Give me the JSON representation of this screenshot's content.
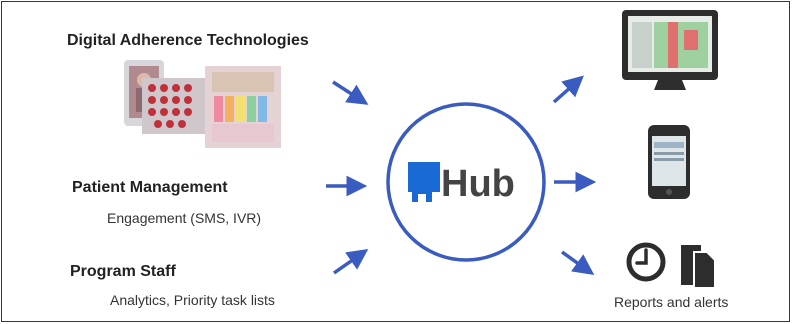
{
  "inputs": [
    {
      "title": "Digital Adherence Technologies"
    },
    {
      "title": "Patient Management",
      "subtitle": "Engagement (SMS, IVR)"
    },
    {
      "title": "Program Staff",
      "subtitle": "Analytics, Priority task lists"
    }
  ],
  "hub": {
    "label": "Hub"
  },
  "outputs": {
    "reports_label": "Reports and alerts"
  },
  "colors": {
    "border": "#1f3b63",
    "accent": "#3a5bbf",
    "logo": "#1a6ad6",
    "text": "#222222"
  },
  "icons": [
    "pill-box-image",
    "hub-logo-icon",
    "monitor-icon",
    "smartphone-icon",
    "clock-icon",
    "document-icon"
  ]
}
